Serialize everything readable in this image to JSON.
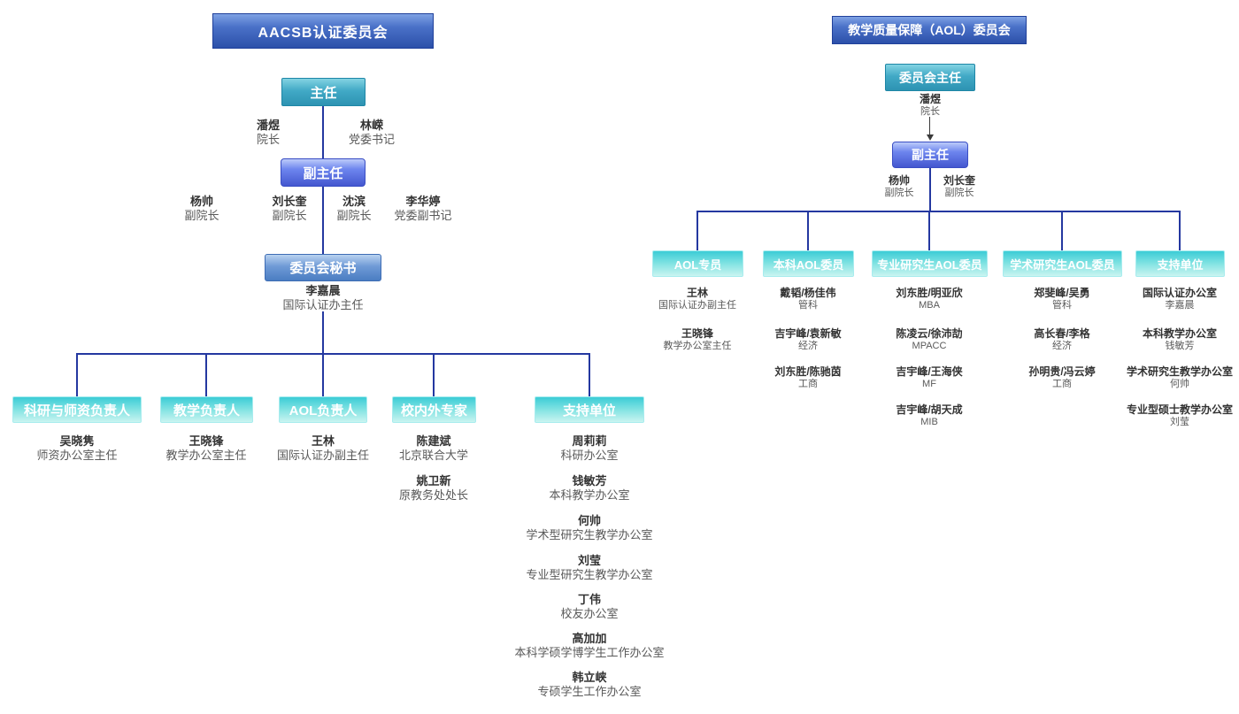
{
  "colors": {
    "header_blue": "#3a62bd",
    "director_teal": "#3fa9c6",
    "deputy_blue": "#5a74e2",
    "secretary_blue": "#6f9ad6",
    "branch_cyan": "#3bccd6",
    "connector_line": "#2438a0",
    "arrow_gray": "#3a3a3a"
  },
  "left": {
    "title": "AACSB认证委员会",
    "director": {
      "label": "主任",
      "members": [
        {
          "name": "潘煜",
          "role": "院长"
        },
        {
          "name": "林嵘",
          "role": "党委书记"
        }
      ]
    },
    "deputy": {
      "label": "副主任",
      "members": [
        {
          "name": "杨帅",
          "role": "副院长"
        },
        {
          "name": "刘长奎",
          "role": "副院长"
        },
        {
          "name": "沈滨",
          "role": "副院长"
        },
        {
          "name": "李华婷",
          "role": "党委副书记"
        }
      ]
    },
    "secretary": {
      "label": "委员会秘书",
      "members": [
        {
          "name": "李嘉晨",
          "role": "国际认证办主任"
        }
      ]
    },
    "branches": [
      {
        "label": "科研与师资负责人",
        "members": [
          {
            "name": "吴晓隽",
            "role": "师资办公室主任"
          }
        ]
      },
      {
        "label": "教学负责人",
        "members": [
          {
            "name": "王晓锋",
            "role": "教学办公室主任"
          }
        ]
      },
      {
        "label": "AOL负责人",
        "members": [
          {
            "name": "王林",
            "role": "国际认证办副主任"
          }
        ]
      },
      {
        "label": "校内外专家",
        "members": [
          {
            "name": "陈建斌",
            "role": "北京联合大学"
          },
          {
            "name": "姚卫新",
            "role": "原教务处处长"
          }
        ]
      },
      {
        "label": "支持单位",
        "members": [
          {
            "name": "周莉莉",
            "role": "科研办公室"
          },
          {
            "name": "钱敏芳",
            "role": "本科教学办公室"
          },
          {
            "name": "何帅",
            "role": "学术型研究生教学办公室"
          },
          {
            "name": "刘莹",
            "role": "专业型研究生教学办公室"
          },
          {
            "name": "丁伟",
            "role": "校友办公室"
          },
          {
            "name": "高加加",
            "role": "本科学硕学博学生工作办公室"
          },
          {
            "name": "韩立峡",
            "role": "专硕学生工作办公室"
          }
        ]
      }
    ]
  },
  "right": {
    "title": "教学质量保障（AOL）委员会",
    "director": {
      "label": "委员会主任",
      "members": [
        {
          "name": "潘煜",
          "role": "院长"
        }
      ]
    },
    "deputy": {
      "label": "副主任",
      "members": [
        {
          "name": "杨帅",
          "role": "副院长"
        },
        {
          "name": "刘长奎",
          "role": "副院长"
        }
      ]
    },
    "branches": [
      {
        "label": "AOL专员",
        "members": [
          {
            "name": "王林",
            "role": "国际认证办副主任"
          },
          {
            "name": "王晓锋",
            "role": "教学办公室主任"
          }
        ]
      },
      {
        "label": "本科AOL委员",
        "members": [
          {
            "name": "戴韬/杨佳伟",
            "role": "管科"
          },
          {
            "name": "吉宇峰/袁新敏",
            "role": "经济"
          },
          {
            "name": "刘东胜/陈驰茵",
            "role": "工商"
          }
        ]
      },
      {
        "label": "专业研究生AOL委员",
        "members": [
          {
            "name": "刘东胜/明亚欣",
            "role": "MBA"
          },
          {
            "name": "陈凌云/徐沛劼",
            "role": "MPACC"
          },
          {
            "name": "吉宇峰/王海侠",
            "role": "MF"
          },
          {
            "name": "吉宇峰/胡天成",
            "role": "MIB"
          }
        ]
      },
      {
        "label": "学术研究生AOL委员",
        "members": [
          {
            "name": "郑斐峰/吴勇",
            "role": "管科"
          },
          {
            "name": "高长春/李格",
            "role": "经济"
          },
          {
            "name": "孙明贵/冯云婷",
            "role": "工商"
          }
        ]
      },
      {
        "label": "支持单位",
        "members": [
          {
            "name": "国际认证办公室",
            "role": "李嘉晨"
          },
          {
            "name": "本科教学办公室",
            "role": "钱敏芳"
          },
          {
            "name": "学术研究生教学办公室",
            "role": "何帅"
          },
          {
            "name": "专业型硕士教学办公室",
            "role": "刘莹"
          }
        ]
      }
    ]
  }
}
